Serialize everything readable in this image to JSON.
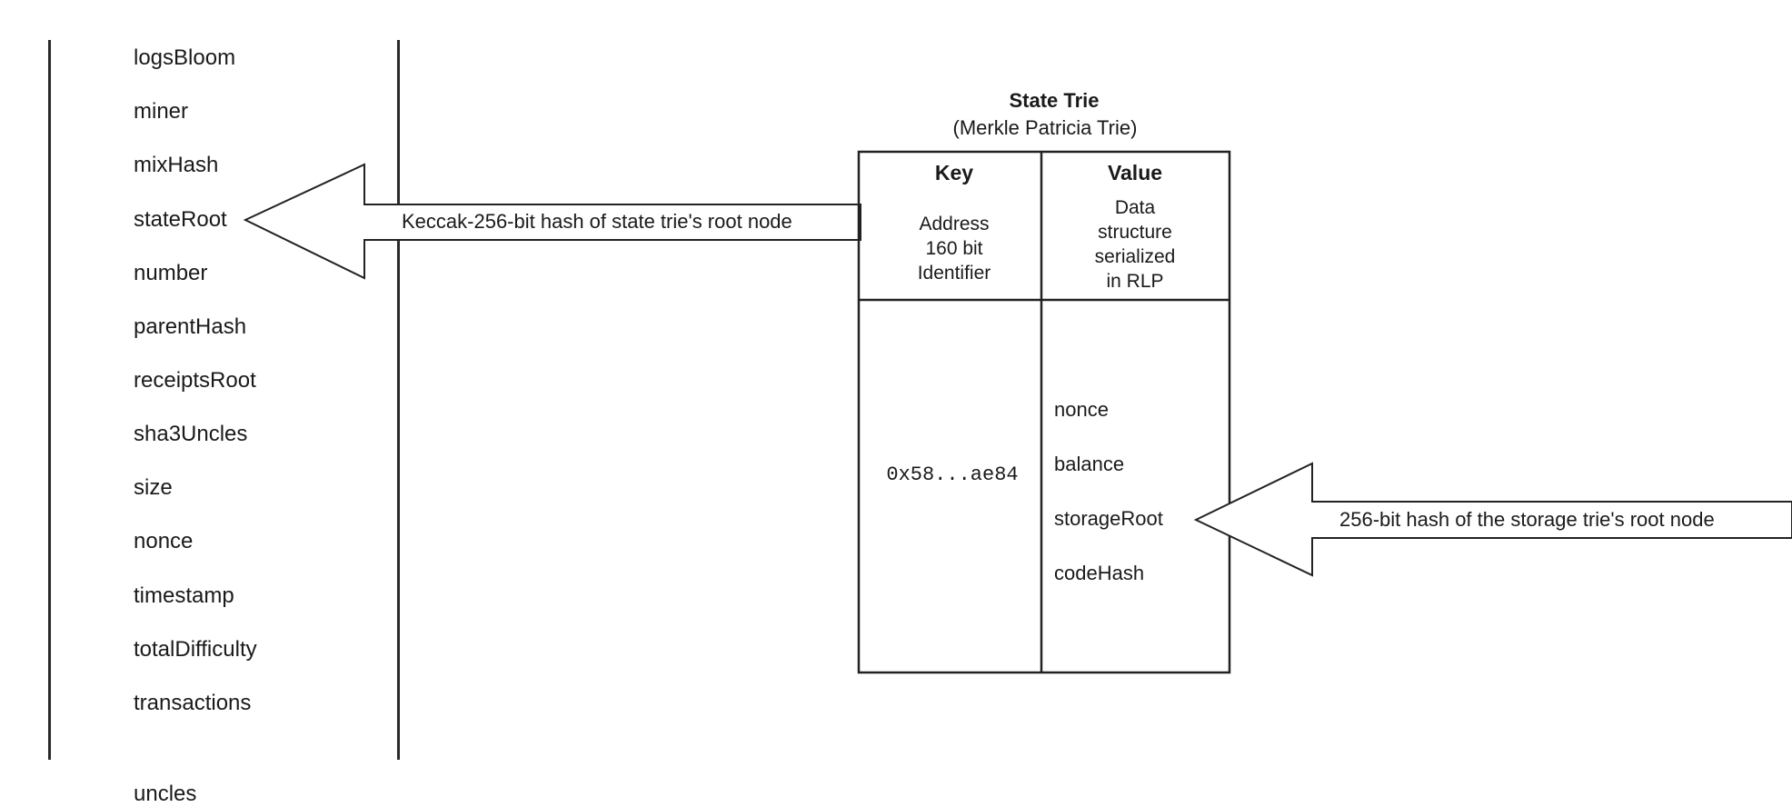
{
  "header_fields": [
    "logsBloom",
    "miner",
    "mixHash",
    "stateRoot",
    "number",
    "parentHash",
    "receiptsRoot",
    "sha3Uncles",
    "size",
    "nonce",
    "timestamp",
    "totalDifficulty",
    "transactions",
    "uncles"
  ],
  "state_trie": {
    "title": "State Trie",
    "subtitle": "(Merkle Patricia Trie)",
    "key_header": "Key",
    "key_desc": [
      "Address",
      "160 bit",
      "Identifier"
    ],
    "value_header": "Value",
    "value_desc": [
      "Data",
      "structure",
      "serialized",
      "in RLP"
    ],
    "key_value": "0x58...ae84",
    "value_fields": [
      "nonce",
      "balance",
      "storageRoot",
      "codeHash"
    ]
  },
  "arrows": {
    "state_root_label": "Keccak-256-bit hash of state trie's root node",
    "storage_root_label": "256-bit hash of the storage trie's root node"
  }
}
